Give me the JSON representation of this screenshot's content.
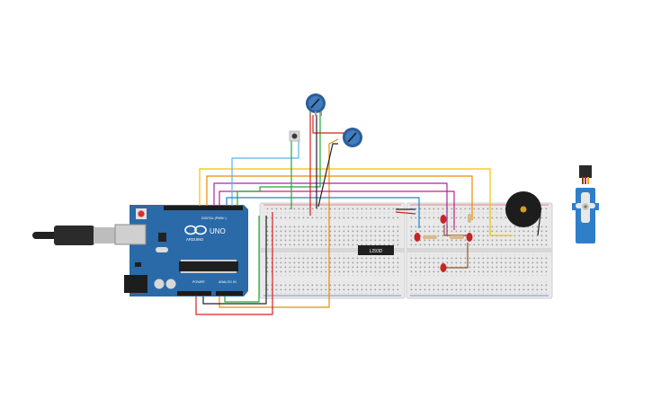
{
  "canvas": {
    "background": "#ffffff"
  },
  "arduino": {
    "brand": "ARDUINO",
    "model": "UNO",
    "header_digital": "DIGITAL (PWM~)",
    "header_power": "POWER",
    "header_analog": "ANALOG IN",
    "board_color": "#2a6aa8"
  },
  "breadboard": {
    "color": "#e9e9e9"
  },
  "ic": {
    "label": "L293D"
  },
  "components": {
    "pot_left": "potentiometer",
    "pot_right": "potentiometer",
    "button": "push-button",
    "buzzer": "piezo-buzzer",
    "servo": "micro-servo",
    "leds": [
      "red-led",
      "red-led",
      "red-led",
      "red-led"
    ],
    "resistors": [
      "resistor",
      "resistor",
      "resistor"
    ]
  },
  "wire_colors": {
    "yellow": "#f2c200",
    "orange": "#ee8a00",
    "red": "#d62020",
    "green": "#23a636",
    "blue": "#2080d0",
    "lightblue": "#58b8e8",
    "purple": "#a02ca0",
    "black": "#222222",
    "brown": "#8a5a2a"
  }
}
